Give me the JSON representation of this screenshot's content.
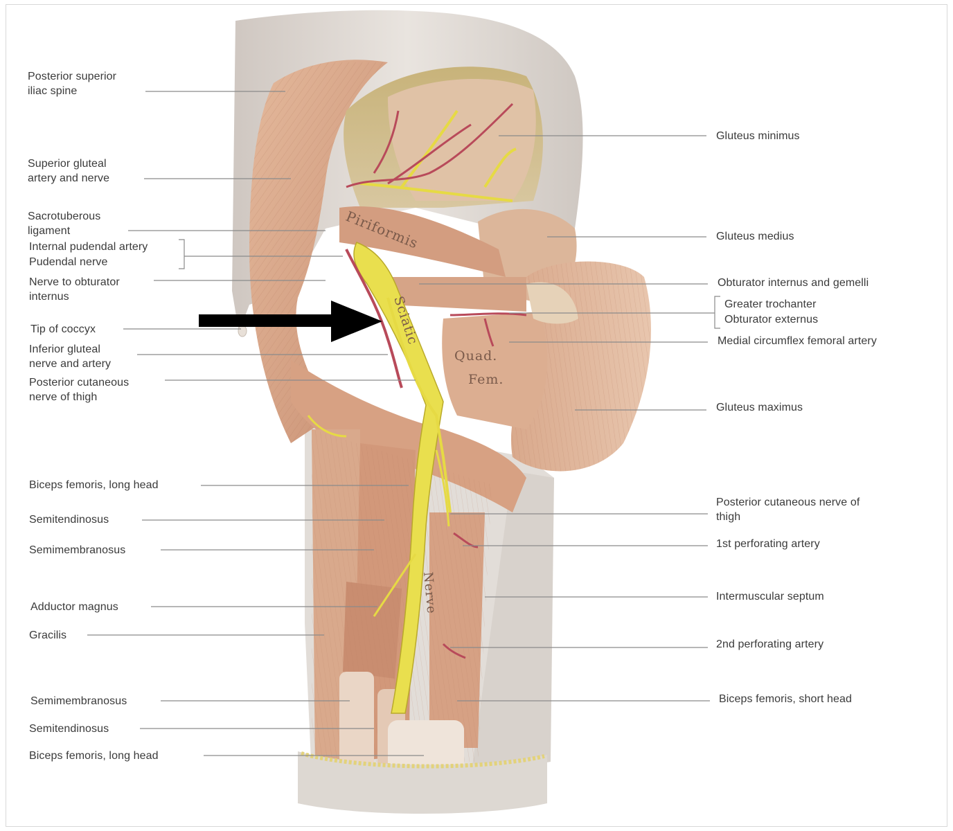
{
  "labels_left": [
    {
      "id": "posterior-superior-iliac-spine",
      "lines": [
        "Posterior superior",
        "iliac spine"
      ]
    },
    {
      "id": "superior-gluteal-artery-nerve",
      "lines": [
        "Superior gluteal",
        "artery and nerve"
      ]
    },
    {
      "id": "sacrotuberous-ligament",
      "lines": [
        "Sacrotuberous",
        "ligament"
      ]
    },
    {
      "id": "internal-pudendal-artery",
      "lines": [
        "Internal pudendal artery"
      ]
    },
    {
      "id": "pudendal-nerve",
      "lines": [
        "Pudendal nerve"
      ]
    },
    {
      "id": "nerve-to-obturator-internus",
      "lines": [
        "Nerve to obturator",
        "internus"
      ]
    },
    {
      "id": "tip-of-coccyx",
      "lines": [
        "Tip of coccyx"
      ]
    },
    {
      "id": "inferior-gluteal-nerve-artery",
      "lines": [
        "Inferior gluteal",
        "nerve and artery"
      ]
    },
    {
      "id": "posterior-cutaneous-nerve-left",
      "lines": [
        "Posterior cutaneous",
        "nerve of thigh"
      ]
    },
    {
      "id": "biceps-femoris-long-head-1",
      "lines": [
        "Biceps femoris, long head"
      ]
    },
    {
      "id": "semitendinosus-1",
      "lines": [
        "Semitendinosus"
      ]
    },
    {
      "id": "semimembranosus-1",
      "lines": [
        "Semimembranosus"
      ]
    },
    {
      "id": "adductor-magnus",
      "lines": [
        "Adductor magnus"
      ]
    },
    {
      "id": "gracilis",
      "lines": [
        "Gracilis"
      ]
    },
    {
      "id": "semimembranosus-2",
      "lines": [
        "Semimembranosus"
      ]
    },
    {
      "id": "semitendinosus-2",
      "lines": [
        "Semitendinosus"
      ]
    },
    {
      "id": "biceps-femoris-long-head-2",
      "lines": [
        "Biceps femoris, long head"
      ]
    }
  ],
  "labels_right": [
    {
      "id": "gluteus-minimus",
      "lines": [
        "Gluteus minimus"
      ]
    },
    {
      "id": "gluteus-medius",
      "lines": [
        "Gluteus medius"
      ]
    },
    {
      "id": "obturator-internus-gemelli",
      "lines": [
        "Obturator internus and gemelli"
      ]
    },
    {
      "id": "greater-trochanter",
      "lines": [
        "Greater trochanter"
      ]
    },
    {
      "id": "obturator-externus",
      "lines": [
        "Obturator externus"
      ]
    },
    {
      "id": "medial-circumflex-femoral-artery",
      "lines": [
        "Medial circumflex femoral artery"
      ]
    },
    {
      "id": "gluteus-maximus",
      "lines": [
        "Gluteus maximus"
      ]
    },
    {
      "id": "posterior-cutaneous-nerve-right",
      "lines": [
        "Posterior cutaneous nerve of",
        "thigh"
      ]
    },
    {
      "id": "first-perforating-artery",
      "lines": [
        "1st perforating artery"
      ]
    },
    {
      "id": "intermuscular-septum",
      "lines": [
        "Intermuscular septum"
      ]
    },
    {
      "id": "second-perforating-artery",
      "lines": [
        "2nd perforating artery"
      ]
    },
    {
      "id": "biceps-femoris-short-head",
      "lines": [
        "Biceps femoris, short head"
      ]
    }
  ],
  "structure_names": {
    "piriformis": "Piriformis",
    "sciatic": "Sciatic",
    "quad": "Quad.",
    "fem": "Fem.",
    "nerve": "Nerve"
  },
  "colors": {
    "muscle": "#d9a88a",
    "muscle_dark": "#b97e62",
    "fascia": "#ddd6d0",
    "nerve": "#e8df4a",
    "artery": "#b84a5a",
    "arrow": "#000000",
    "label": "#3a3a3a",
    "leader": "#8a8a8a"
  }
}
